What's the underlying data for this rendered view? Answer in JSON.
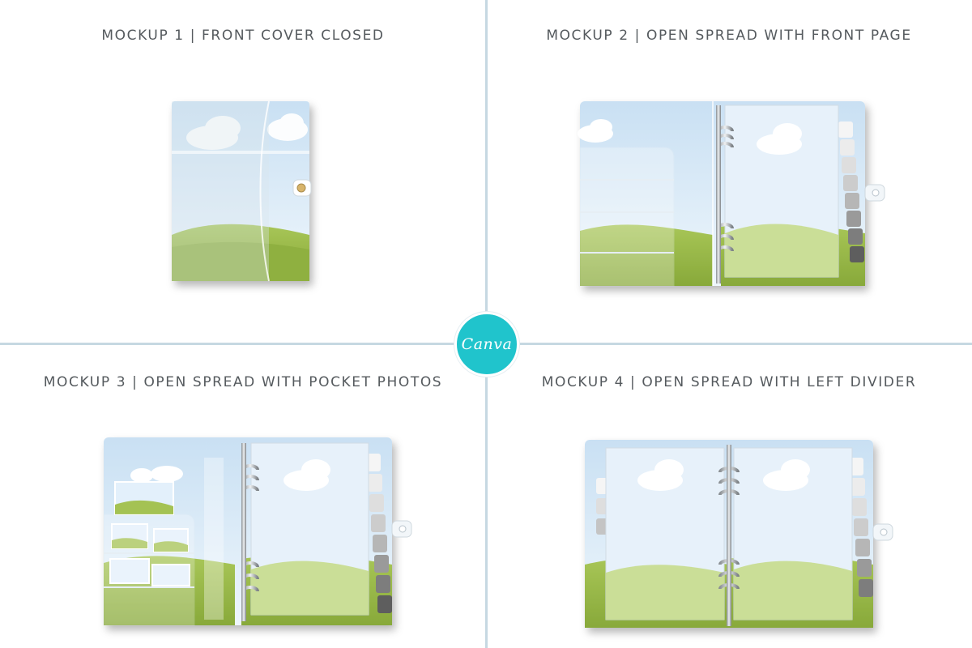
{
  "mockups": [
    {
      "title": "MOCKUP 1 | FRONT COVER CLOSED"
    },
    {
      "title": "MOCKUP 2 | OPEN SPREAD WITH FRONT PAGE"
    },
    {
      "title": "MOCKUP 3 | OPEN SPREAD WITH POCKET PHOTOS"
    },
    {
      "title": "MOCKUP 4 | OPEN SPREAD WITH LEFT DIVIDER"
    }
  ],
  "logo": {
    "text": "Canva"
  },
  "colors": {
    "sky": "#d7eaf8",
    "grass": "#9fbe4a",
    "grass_dark": "#86a83a",
    "grid_line": "#c6d8e2",
    "logo_bg": "#20c4cc",
    "title_text": "#555a5e"
  }
}
